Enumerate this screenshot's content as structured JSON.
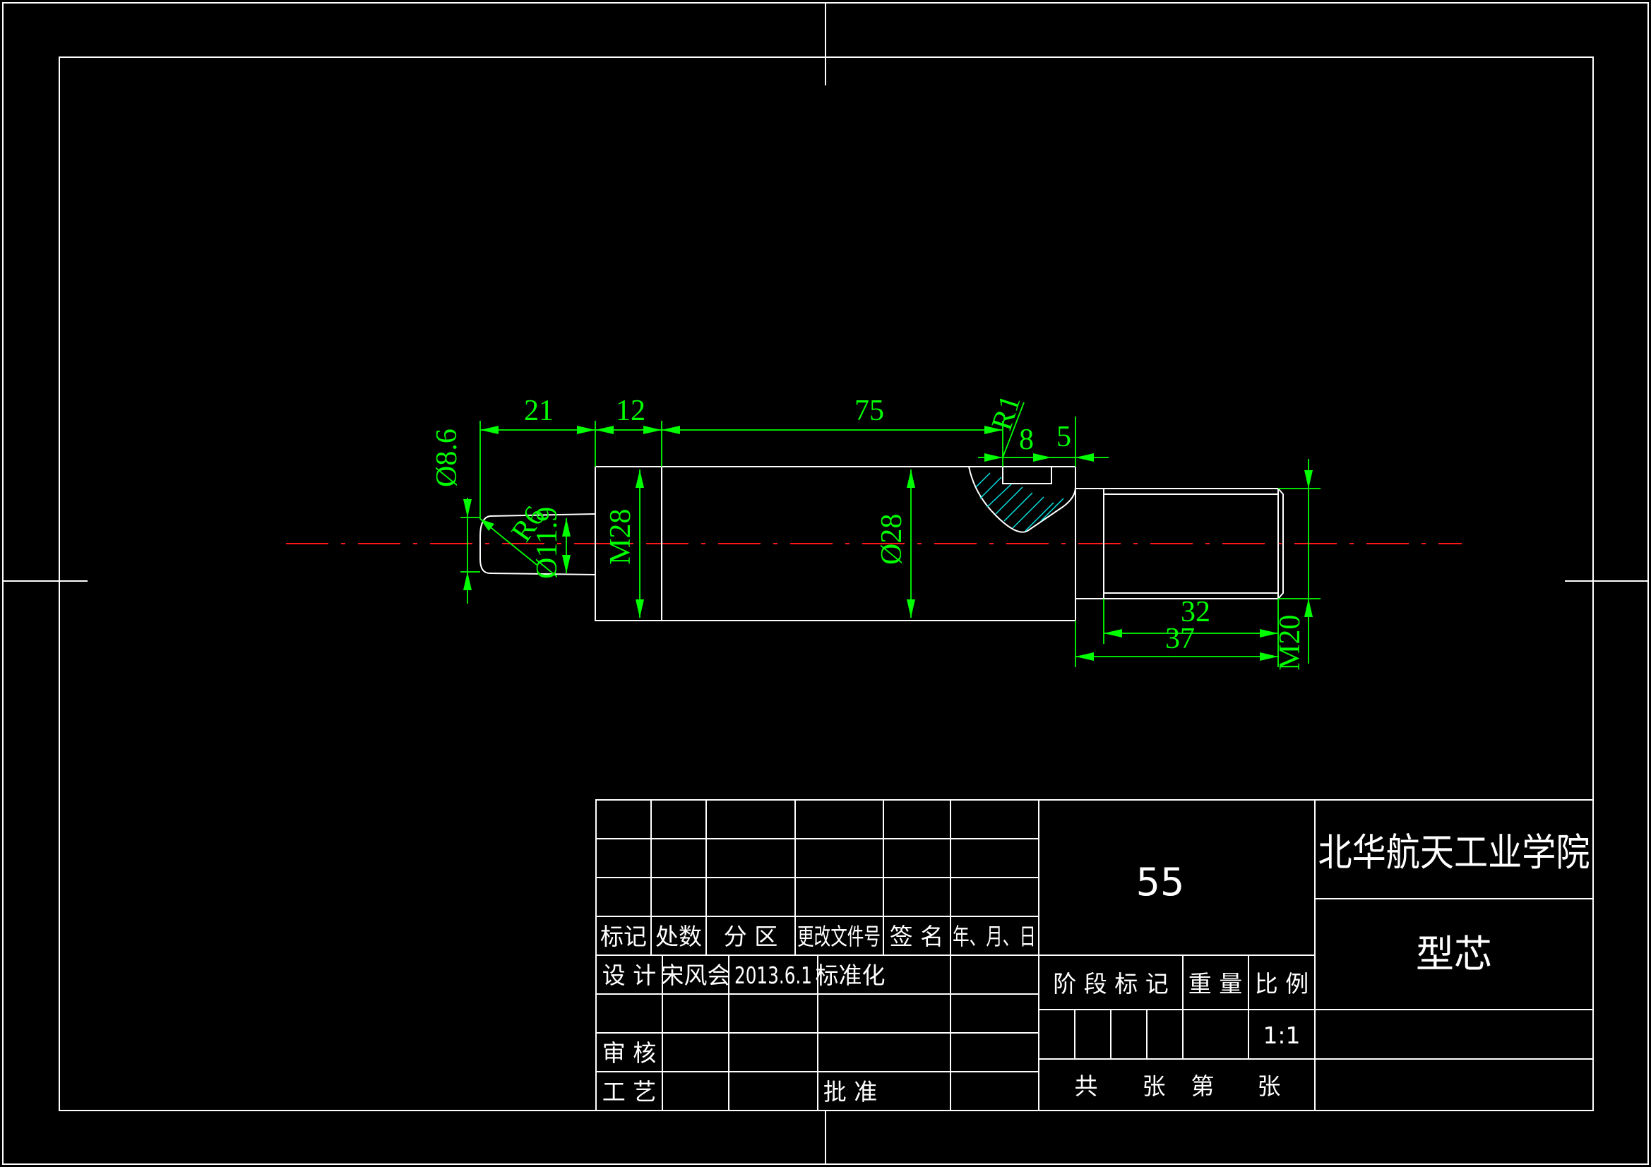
{
  "dimensions": {
    "d21": "21",
    "d12": "12",
    "d75": "75",
    "r1": "R1",
    "d8": "8",
    "d5": "5",
    "dia8_6": "Ø8.6",
    "r6": "R6",
    "dia11_9": "Ø11.9",
    "m28": "M28",
    "dia28": "Ø28",
    "d32": "32",
    "d37": "37",
    "m20": "M20"
  },
  "title_block": {
    "drawing_number": "55",
    "school": "北华航天工业学院",
    "part_name": "型芯",
    "headers": {
      "mark": "标记",
      "count": "处数",
      "zone": "分 区",
      "change_doc": "更改文件号",
      "signature": "签 名",
      "date": "年、月、日"
    },
    "design_label": "设 计",
    "designer": "宋风会",
    "design_date": "2013.6.1",
    "standardization": "标准化",
    "review_label": "审 核",
    "process_label": "工 艺",
    "approve_label": "批 准",
    "stage_mark": "阶 段 标 记",
    "weight": "重 量",
    "scale_label": "比 例",
    "scale_value": "1:1",
    "sheets_total": "共",
    "sheets_word1": "张",
    "sheets_nth": "第",
    "sheets_word2": "张"
  },
  "colors": {
    "background": "#000000",
    "geometry": "#ffffff",
    "dimension": "#00ff00",
    "centerline": "#ff1a1a",
    "hatch": "#00e5e5"
  }
}
